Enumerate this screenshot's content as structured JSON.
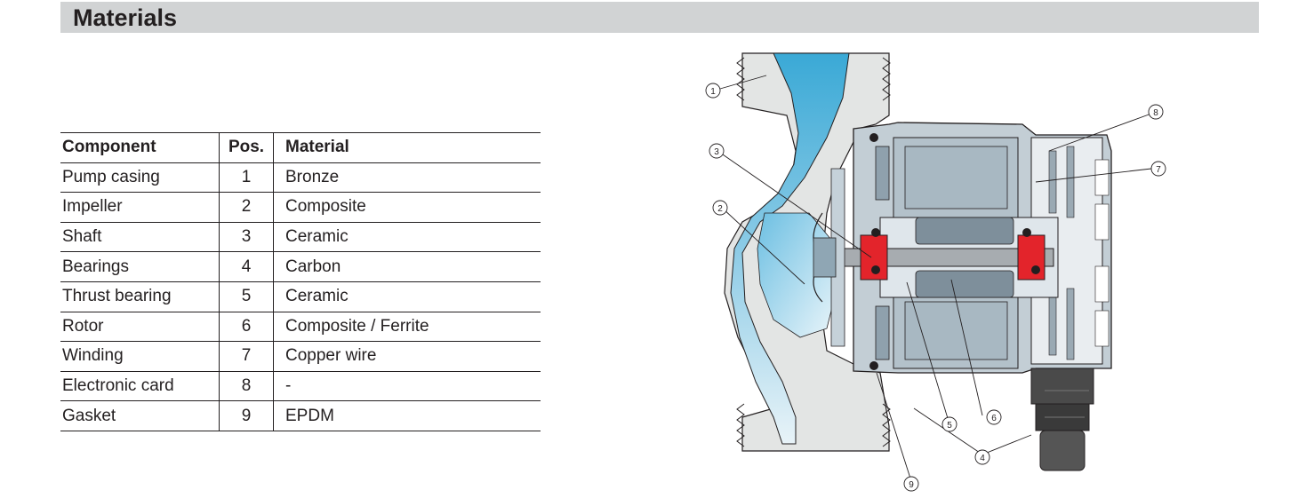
{
  "header": {
    "title": "Materials"
  },
  "table": {
    "columns": [
      "Component",
      "Pos.",
      "Material"
    ],
    "rows": [
      [
        "Pump casing",
        "1",
        "Bronze"
      ],
      [
        "Impeller",
        "2",
        "Composite"
      ],
      [
        "Shaft",
        "3",
        "Ceramic"
      ],
      [
        "Bearings",
        "4",
        "Carbon"
      ],
      [
        "Thrust bearing",
        "5",
        "Ceramic"
      ],
      [
        "Rotor",
        "6",
        "Composite / Ferrite"
      ],
      [
        "Winding",
        "7",
        "Copper wire"
      ],
      [
        "Electronic card",
        "8",
        "-"
      ],
      [
        "Gasket",
        "9",
        "EPDM"
      ]
    ]
  },
  "diagram": {
    "callouts": [
      "1",
      "2",
      "3",
      "4",
      "5",
      "6",
      "7",
      "8",
      "9"
    ],
    "colors": {
      "water": "#4fb6de",
      "casing": "#e4e6e5",
      "motor": "#b9c6cf",
      "motor_dark": "#8799a6",
      "bearing": "#e3242b",
      "cable": "#3d3d3d"
    }
  }
}
